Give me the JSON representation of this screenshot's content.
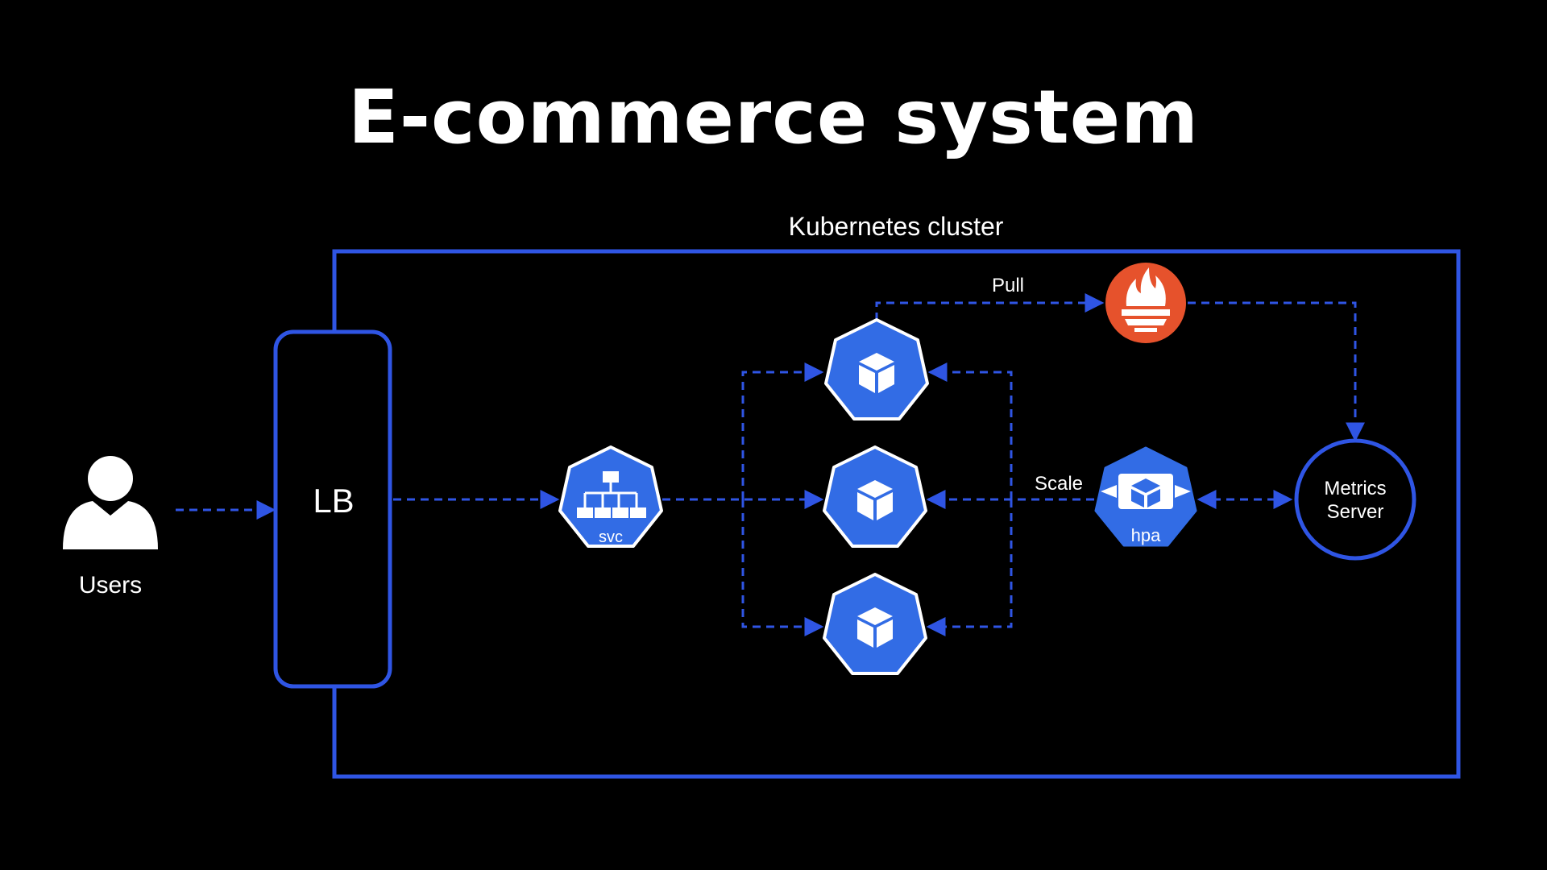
{
  "title": "E-commerce system",
  "cluster_label": "Kubernetes cluster",
  "users_label": "Users",
  "lb_label": "LB",
  "svc_label": "svc",
  "hpa_label": "hpa",
  "metrics_label_line1": "Metrics",
  "metrics_label_line2": "Server",
  "pull_label": "Pull",
  "scale_label": "Scale",
  "colors": {
    "background": "#000000",
    "accent_blue": "#2f55e4",
    "k8s_blue": "#326ce5",
    "prometheus_orange": "#e6522c",
    "text": "#ffffff"
  },
  "icons": [
    "user-icon",
    "service-icon",
    "pod-icon",
    "hpa-icon",
    "prometheus-icon"
  ]
}
